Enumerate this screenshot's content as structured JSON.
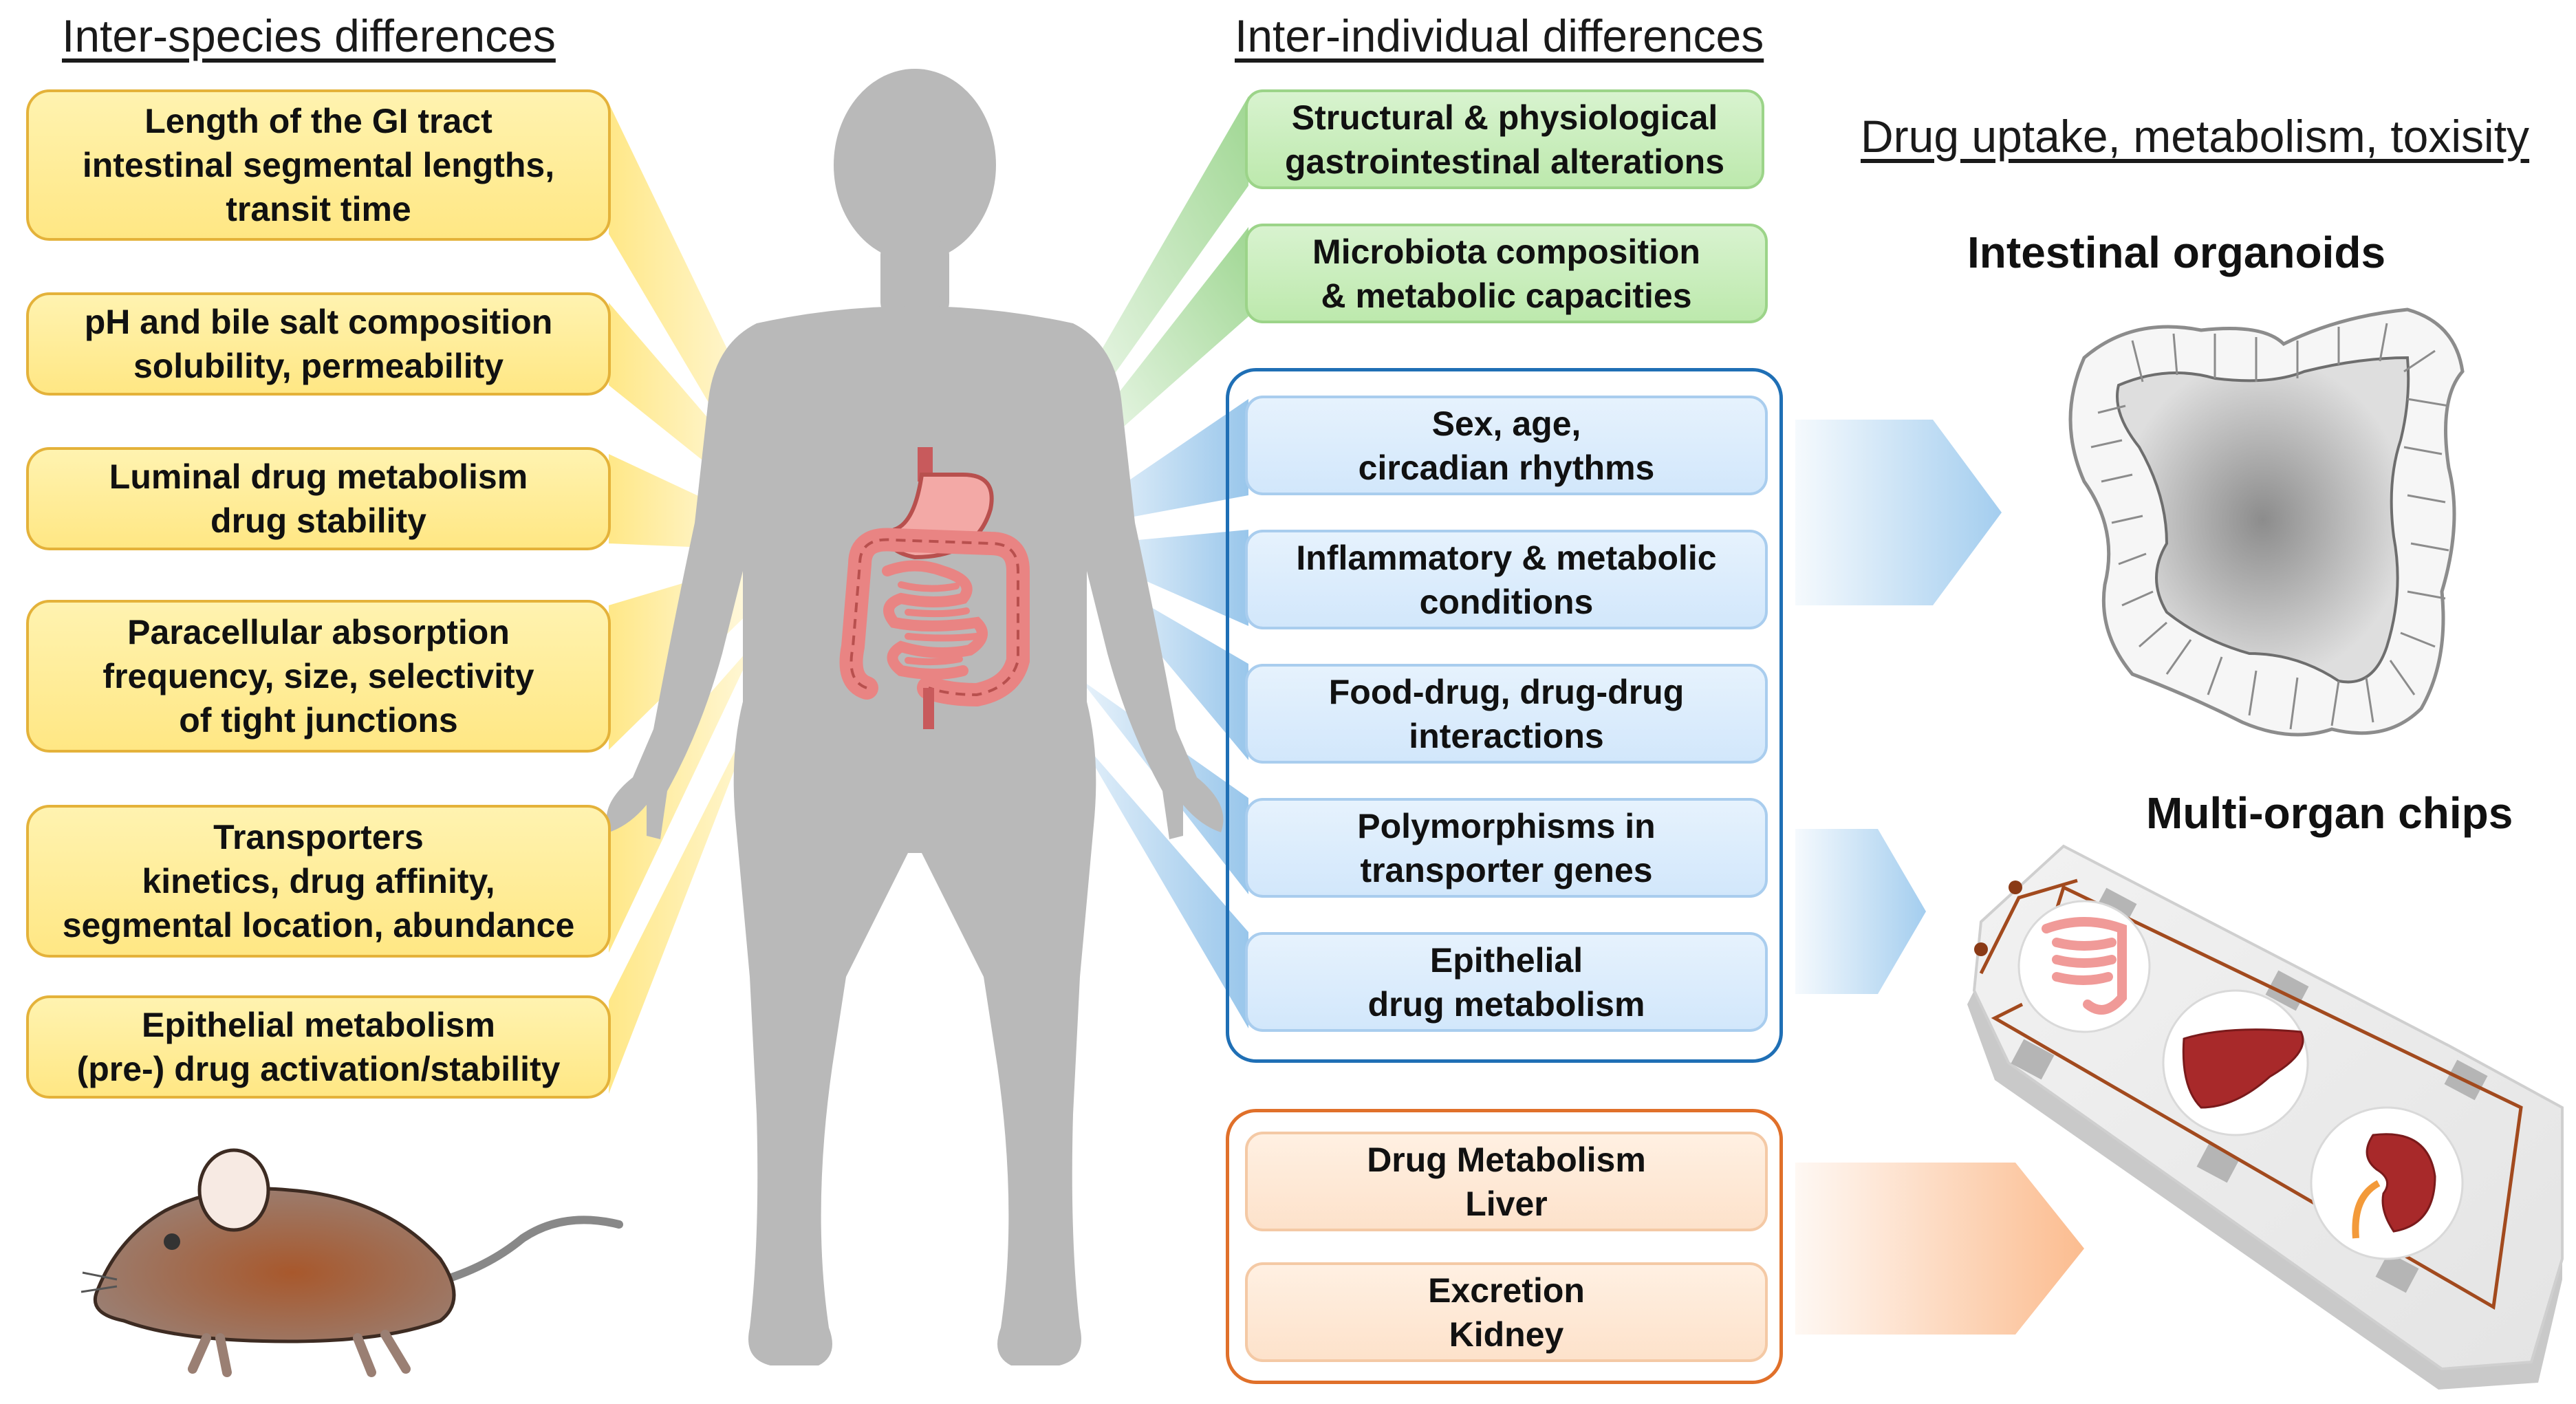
{
  "headings": {
    "inter_species": "Inter-species differences",
    "inter_individual": "Inter-individual differences",
    "drug_uptake": "Drug uptake, metabolism, toxisity"
  },
  "models": {
    "organoids": "Intestinal organoids",
    "chips": "Multi-organ chips"
  },
  "inter_species_boxes": [
    {
      "lines": [
        "Length of the GI tract",
        "intestinal segmental lengths,",
        "transit time"
      ]
    },
    {
      "lines": [
        "pH and bile salt composition",
        "solubility, permeability"
      ]
    },
    {
      "lines": [
        "Luminal drug metabolism",
        "drug stability"
      ]
    },
    {
      "lines": [
        "Paracellular absorption",
        "frequency, size, selectivity",
        "of tight junctions"
      ]
    },
    {
      "lines": [
        "Transporters",
        "kinetics, drug affinity,",
        "segmental location, abundance"
      ]
    },
    {
      "lines": [
        "Epithelial metabolism",
        "(pre-) drug activation/stability"
      ]
    }
  ],
  "green_boxes": [
    {
      "lines": [
        "Structural & physiological",
        "gastrointestinal alterations"
      ]
    },
    {
      "lines": [
        "Microbiota composition",
        "& metabolic capacities"
      ]
    }
  ],
  "blue_boxes": [
    {
      "lines": [
        "Sex, age,",
        "circadian rhythms"
      ]
    },
    {
      "lines": [
        "Inflammatory & metabolic",
        "conditions"
      ]
    },
    {
      "lines": [
        "Food-drug, drug-drug",
        "interactions"
      ]
    },
    {
      "lines": [
        "Polymorphisms in",
        "transporter genes"
      ]
    },
    {
      "lines": [
        "Epithelial",
        "drug metabolism"
      ]
    }
  ],
  "orange_boxes": [
    {
      "lines": [
        "Drug Metabolism",
        "Liver"
      ]
    },
    {
      "lines": [
        "Excretion",
        "Kidney"
      ]
    }
  ],
  "colors": {
    "yellow_fill": "#ffe784",
    "yellow_border": "#e4b23a",
    "green_fill": "#bde9ad",
    "blue_fill": "#d2e7fb",
    "blue_frame": "#1f6fb5",
    "orange_frame": "#e0702a",
    "body": "#b9b9b9",
    "gut": "#e98483",
    "mouse": "#9a6a4e"
  }
}
